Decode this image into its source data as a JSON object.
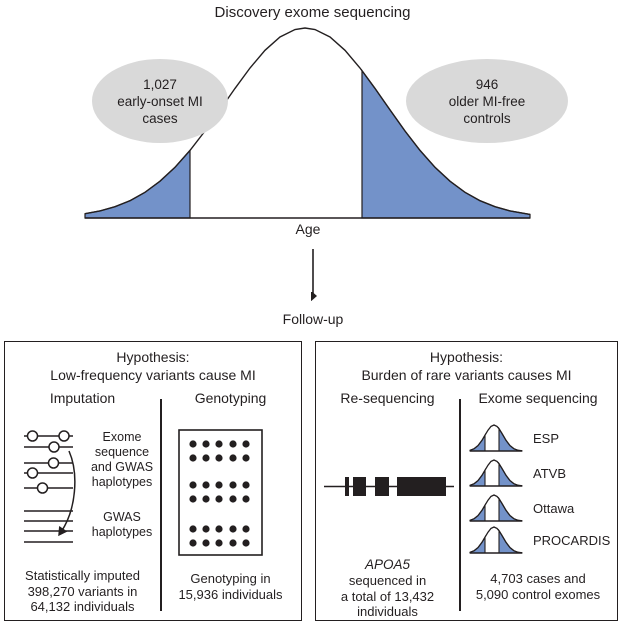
{
  "title": "Discovery exome sequencing",
  "colors": {
    "curve_fill_blue": "#7392c9",
    "oval_gray": "#d9d9d9",
    "ink": "#231f20"
  },
  "discovery": {
    "cases_oval": "1,027\nearly-onset MI\ncases",
    "controls_oval": "946\nolder MI-free\ncontrols",
    "axis_label": "Age"
  },
  "follow_up_label": "Follow-up",
  "left_box": {
    "hypothesis": "Hypothesis:\nLow-frequency variants cause MI",
    "imputation": {
      "header": "Imputation",
      "label_top": "Exome\nsequence\nand GWAS\nhaplotypes",
      "label_bottom": "GWAS\nhaplotypes",
      "caption": "Statistically imputed\n398,270 variants in\n64,132 individuals"
    },
    "genotyping": {
      "header": "Genotyping",
      "caption": "Genotyping in\n15,936 individuals"
    }
  },
  "right_box": {
    "hypothesis": "Hypothesis:\nBurden of rare variants causes MI",
    "resequencing": {
      "header": "Re-sequencing",
      "gene": "APOA5",
      "caption": "sequenced in\na total of 13,432\nindividuals"
    },
    "exome_sequencing": {
      "header": "Exome sequencing",
      "cohorts": [
        "ESP",
        "ATVB",
        "Ottawa",
        "PROCARDIS"
      ],
      "caption": "4,703 cases and\n5,090 control exomes"
    }
  }
}
